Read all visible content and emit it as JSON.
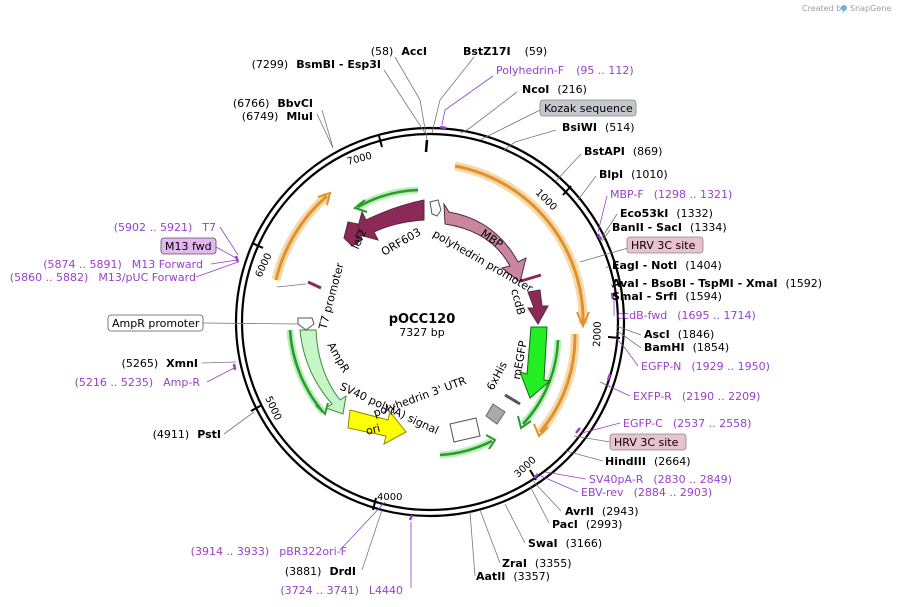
{
  "credit": {
    "created_by": "Created by",
    "brand": "SnapGene",
    "logo_icon": "snapgene-logo-icon"
  },
  "plasmid": {
    "name": "pOCC120",
    "length": "7327 bp"
  },
  "ticks": [
    "1000",
    "2000",
    "3000",
    "4000",
    "5000",
    "6000",
    "7000"
  ],
  "sites_right": [
    {
      "name": "BstZ17I",
      "pos": "(59)"
    },
    {
      "name": "NcoI",
      "pos": "(216)"
    },
    {
      "name": "BsiWI",
      "pos": "(514)"
    },
    {
      "name": "BstAPI",
      "pos": "(869)"
    },
    {
      "name": "BlpI",
      "pos": "(1010)"
    },
    {
      "name": "Eco53kI",
      "pos": "(1332)"
    },
    {
      "name": "BanII",
      "sep": " - ",
      "name2": "SacI",
      "pos": "(1334)"
    },
    {
      "name": "EagI",
      "sep": " - ",
      "name2": "NotI",
      "pos": "(1404)"
    },
    {
      "name": "AvaI",
      "sep": " - ",
      "name2": "BsoBI",
      "sep2": " - ",
      "name3": "TspMI",
      "sep3": " - ",
      "name4": "XmaI",
      "pos": "(1592)"
    },
    {
      "name": "SmaI",
      "sep": " - ",
      "name2": "SrfI",
      "pos": "(1594)"
    },
    {
      "name": "AscI",
      "pos": "(1846)"
    },
    {
      "name": "BamHI",
      "pos": "(1854)"
    },
    {
      "name": "HindIII",
      "pos": "(2664)"
    },
    {
      "name": "AvrII",
      "pos": "(2943)"
    },
    {
      "name": "PacI",
      "pos": "(2993)"
    },
    {
      "name": "SwaI",
      "pos": "(3166)"
    },
    {
      "name": "ZraI",
      "pos": "(3355)"
    },
    {
      "name": "AatII",
      "pos": "(3357)"
    }
  ],
  "sites_left": [
    {
      "pos": "(58)",
      "name": "AccI"
    },
    {
      "pos": "(7299)",
      "name": "BsmBI",
      "sep": " - ",
      "name2": "Esp3I"
    },
    {
      "pos": "(6766)",
      "name": "BbvCI"
    },
    {
      "pos": "(6749)",
      "name": "MluI"
    },
    {
      "pos": "(5265)",
      "name": "XmnI"
    },
    {
      "pos": "(4911)",
      "name": "PstI"
    },
    {
      "pos": "(3881)",
      "name": "DrdI"
    }
  ],
  "primers_right": [
    {
      "name": "Polyhedrin-F",
      "range": "(95 .. 112)"
    },
    {
      "name": "MBP-F",
      "range": "(1298 .. 1321)"
    },
    {
      "name": "ccdB-fwd",
      "range": "(1695 .. 1714)"
    },
    {
      "name": "EGFP-N",
      "range": "(1929 .. 1950)"
    },
    {
      "name": "EXFP-R",
      "range": "(2190 .. 2209)"
    },
    {
      "name": "EGFP-C",
      "range": "(2537 .. 2558)"
    },
    {
      "name": "SV40pA-R",
      "range": "(2830 .. 2849)"
    },
    {
      "name": "EBV-rev",
      "range": "(2884 .. 2903)"
    }
  ],
  "primers_left": [
    {
      "range": "(5902 .. 5921)",
      "name": "T7"
    },
    {
      "range": "(5874 .. 5891)",
      "name": "M13 Forward"
    },
    {
      "range": "(5860 .. 5882)",
      "name": "M13/pUC Forward"
    },
    {
      "range": "(5216 .. 5235)",
      "name": "Amp-R"
    },
    {
      "range": "(3914 .. 3933)",
      "name": "pBR322ori-F"
    },
    {
      "range": "(3724 .. 3741)",
      "name": "L4440"
    }
  ],
  "boxed": {
    "kozak": "Kozak sequence",
    "hrv1": "HRV 3C site",
    "hrv2": "HRV 3C site",
    "m13fwd": "M13 fwd",
    "ampr_promoter": "AmpR promoter"
  },
  "features": {
    "mbp": "MBP",
    "polyhedrin_promoter": "polyhedrin promoter",
    "ccdb": "ccdB",
    "megfp": "mEGFP",
    "his": "6xHis",
    "sv40": "SV40 poly(A) signal",
    "utr": "polyhedrin 3' UTR",
    "ori": "ori",
    "ampr": "AmpR",
    "t7": "T7 promoter",
    "lef2": "lef2",
    "orf603": "ORF603"
  },
  "colors": {
    "backbone": "#000000",
    "maroon": "#8b2a57",
    "pink": "#c9879f",
    "green": "#22ee22",
    "lightgreen": "#c6f5c6",
    "yellow": "#ffff00",
    "orange": "#f0a030",
    "primer": "#9b3fc9",
    "gray_box": "#c4c8cc",
    "pink_box": "#e8c3cc",
    "lilac_box": "#e3b8f0"
  }
}
